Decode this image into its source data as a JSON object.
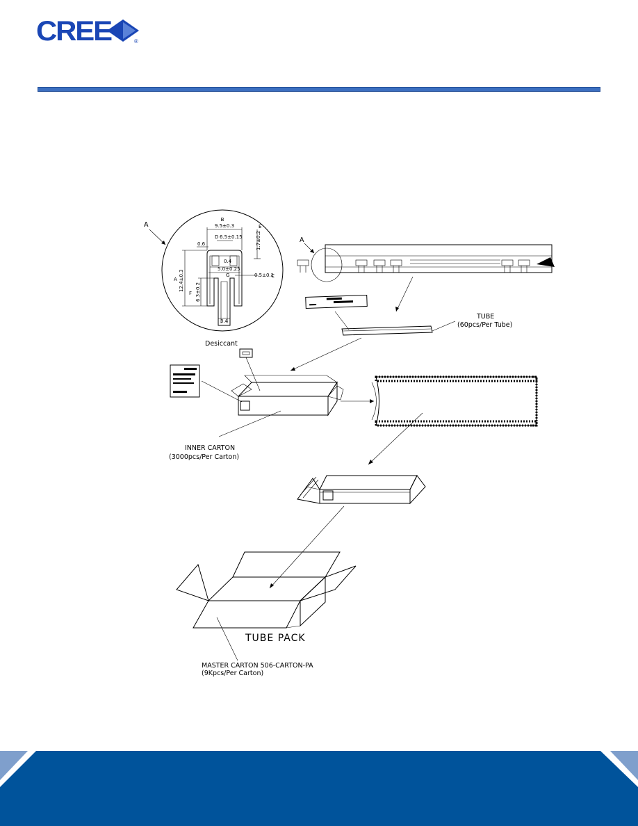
{
  "brand": {
    "name": "CREE",
    "mark": "®",
    "color": "#1a46b5"
  },
  "colors": {
    "rule": "#3c6fc0",
    "footer": "#00539b",
    "footer_corner": "#7f9fcc"
  },
  "detail": {
    "callout": "A",
    "dims": {
      "B": "B",
      "b_val": "9.5±0.3",
      "D": "D",
      "d_val": "6.5±0.15",
      "E": "E",
      "e_val": "1.7±0.2",
      "p06": "0.6",
      "p04": "0.4",
      "g_val": "5.0±0.25",
      "G": "G",
      "C": "C",
      "c_val": "0.5±0.1",
      "A": "A",
      "a_val": "12.4±0.3",
      "F": "F",
      "f_val": "6.3±0.2",
      "w_val": "3.4"
    }
  },
  "tube_callout": "A",
  "labels": {
    "tube": "TUBE",
    "tube_qty": "(60pcs/Per Tube)",
    "desiccant": "Desiccant",
    "inner_carton": "INNER CARTON",
    "inner_carton_qty": "(3000pcs/Per Carton)",
    "tube_pack": "TUBE PACK",
    "master_carton": "MASTER CARTON  506-CARTON-PA",
    "master_carton_qty": "(9Kpcs/Per Carton)"
  }
}
